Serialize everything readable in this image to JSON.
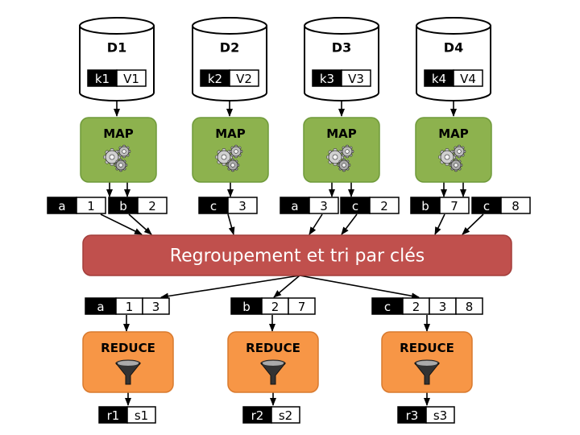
{
  "databases": [
    {
      "name": "D1",
      "key": "k1",
      "value": "V1"
    },
    {
      "name": "D2",
      "key": "k2",
      "value": "V2"
    },
    {
      "name": "D3",
      "key": "k3",
      "value": "V3"
    },
    {
      "name": "D4",
      "key": "k4",
      "value": "V4"
    }
  ],
  "map_label": "MAP",
  "map_outputs": [
    {
      "key": "a",
      "values": [
        "1"
      ]
    },
    {
      "key": "b",
      "values": [
        "2"
      ]
    },
    {
      "key": "c",
      "values": [
        "3"
      ]
    },
    {
      "key": "a",
      "values": [
        "3"
      ]
    },
    {
      "key": "c",
      "values": [
        "2"
      ]
    },
    {
      "key": "b",
      "values": [
        "7"
      ]
    },
    {
      "key": "c",
      "values": [
        "8"
      ]
    }
  ],
  "shuffle_label": "Regroupement et tri par clés",
  "grouped": [
    {
      "key": "a",
      "values": [
        "1",
        "3"
      ]
    },
    {
      "key": "b",
      "values": [
        "2",
        "7"
      ]
    },
    {
      "key": "c",
      "values": [
        "2",
        "3",
        "8"
      ]
    }
  ],
  "reduce_label": "REDUCE",
  "results": [
    {
      "key": "r1",
      "value": "s1"
    },
    {
      "key": "r2",
      "value": "s2"
    },
    {
      "key": "r3",
      "value": "s3"
    }
  ],
  "colors": {
    "map_fill": "#8db24e",
    "map_stroke": "#6f9a3a",
    "shuffle_fill": "#c0504d",
    "shuffle_stroke": "#a33e3b",
    "reduce_fill": "#f79646",
    "reduce_stroke": "#d97a2e"
  }
}
